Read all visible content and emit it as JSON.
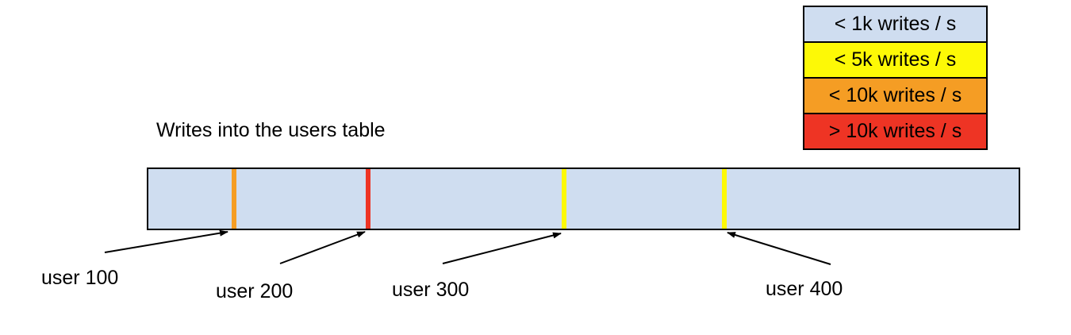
{
  "title": "Writes into the users table",
  "legend": {
    "items": [
      {
        "label": "< 1k writes / s",
        "color": "#cfddf0"
      },
      {
        "label": "< 5k writes / s",
        "color": "#fdf906"
      },
      {
        "label": "< 10k writes / s",
        "color": "#f59d24"
      },
      {
        "label": "> 10k writes / s",
        "color": "#ee3424"
      }
    ]
  },
  "bar": {
    "fill": "#cfddf0",
    "border_color": "#000000",
    "markers": [
      {
        "label": "user 100",
        "color": "#f59d24"
      },
      {
        "label": "user 200",
        "color": "#ee3424"
      },
      {
        "label": "user 300",
        "color": "#fdf906"
      },
      {
        "label": "user 400",
        "color": "#fdf906"
      }
    ]
  }
}
